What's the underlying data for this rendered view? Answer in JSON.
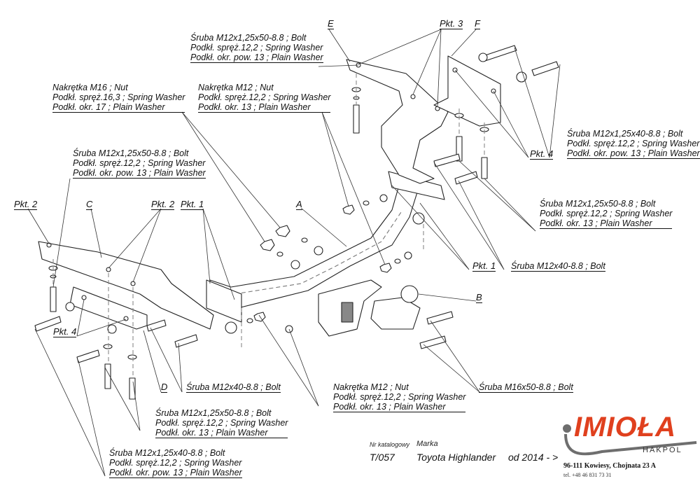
{
  "part_letters": {
    "A": "A",
    "B": "B",
    "C": "C",
    "D": "D",
    "E": "E",
    "F": "F"
  },
  "points": {
    "pkt1": "Pkt. 1",
    "pkt2": "Pkt. 2",
    "pkt3": "Pkt. 3",
    "pkt4": "Pkt. 4"
  },
  "labels": {
    "top_bolt_e": [
      "Śruba M12x1,25x50-8.8 ;  Bolt",
      "Podkł. spręż.12,2 ; Spring Washer",
      "Podkł. okr. pow. 13 ; Plain Washer"
    ],
    "nut_m16": [
      "Nakrętka  M16 ; Nut",
      "Podkł. spręż.16,3 ; Spring Washer",
      "Podkł. okr. 17 ; Plain Washer"
    ],
    "nut_m12_top": [
      "Nakrętka  M12 ; Nut",
      "Podkł. spręż.12,2 ; Spring Washer",
      "Podkł. okr. 13 ; Plain Washer"
    ],
    "bolt_left_top": [
      "Śruba M12x1,25x50-8.8 ;  Bolt",
      "Podkł. spręż.12,2 ; Spring Washer",
      "Podkł. okr. pow. 13 ; Plain Washer"
    ],
    "bolt_right_f": [
      "Śruba M12x1,25x40-8.8 ;  Bolt",
      "Podkł. spręż.12,2 ; Spring Washer",
      "Podkł. okr. pow. 13 ; Plain Washer"
    ],
    "bolt_right_mid": [
      "Śruba M12x1,25x50-8.8 ;  Bolt",
      "Podkł. spręż.12,2 ; Spring Washer",
      "Podkł. okr. 13 ; Plain Washer"
    ],
    "bolt_m12x40_right": [
      "Śruba M12x40-8.8 ;  Bolt"
    ],
    "bolt_m12x40_left": [
      "Śruba M12x40-8.8 ;  Bolt"
    ],
    "nut_m12_bottom": [
      "Nakrętka  M12 ; Nut",
      "Podkł. spręż.12,2 ; Spring Washer",
      "Podkł. okr. 13 ; Plain Washer"
    ],
    "bolt_m16x50": [
      "Śruba M16x50-8.8 ;  Bolt"
    ],
    "bolt_left_bottom_50": [
      "Śruba M12x1,25x50-8.8 ;  Bolt",
      "Podkł. spręż.12,2 ; Spring Washer",
      "Podkł. okr. 13 ; Plain Washer"
    ],
    "bolt_left_bottom_40": [
      "Śruba M12x1,25x40-8.8 ;  Bolt",
      "Podkł. spręż.12,2 ; Spring Washer",
      "Podkł. okr. pow. 13 ; Plain Washer"
    ]
  },
  "title_block": {
    "catalog_label": "Nr katalogowy",
    "catalog_number": "T/057",
    "make_label": "Marka",
    "make": "Toyota Highlander",
    "years": "od 2014 - >"
  },
  "brand": {
    "name": "IMIOŁA",
    "sub": "HAKPOL",
    "address": "96-111 Kowiesy, Chojnata 23 A",
    "phone": "tel. +48 46 831 73 31",
    "accent_color": "#e0401e",
    "gray_color": "#6e6e6e"
  }
}
